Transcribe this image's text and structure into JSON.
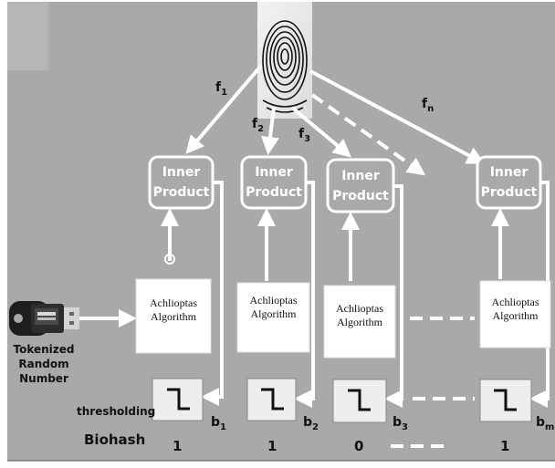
{
  "inner_product": {
    "line1": "Inner",
    "line2": "Product"
  },
  "algorithm": {
    "line1": "Achlioptas",
    "line2": "Algorithm"
  },
  "features": {
    "f1": "f",
    "f1_sub": "1",
    "f2": "f",
    "f2_sub": "2",
    "f3": "f",
    "f3_sub": "3",
    "fn": "f",
    "fn_sub": "n"
  },
  "bits": {
    "b1": "b",
    "b1_sub": "1",
    "b2": "b",
    "b2_sub": "2",
    "b3": "b",
    "b3_sub": "3",
    "bm": "b",
    "bm_sub": "m"
  },
  "token": {
    "line1": "Tokenized",
    "line2": "Random",
    "line3": "Number"
  },
  "thresholding_label": "thresholding",
  "biohash_label": "Biohash",
  "biohash_values": [
    "1",
    "1",
    "0",
    "1"
  ],
  "colors": {
    "background": "#a9a9a9",
    "box_border": "#ffffff",
    "arrow": "#ffffff"
  }
}
